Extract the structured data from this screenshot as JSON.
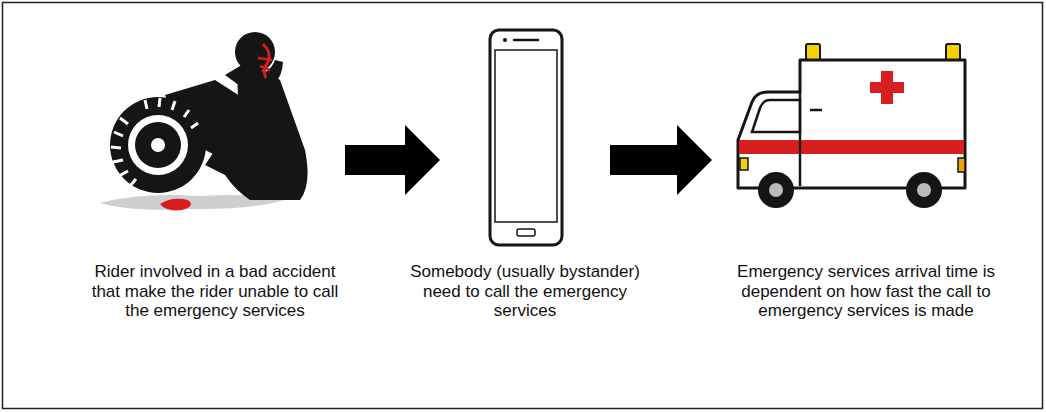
{
  "diagram": {
    "nodes": [
      {
        "text": [
          "Rider involved in a bad accident that make the rider unable to call the emergency services"
        ]
      },
      {
        "text": [
          "Somebody (usually bystander) need to call the emergency services"
        ]
      },
      {
        "text": [
          "Emergency services arrival time is dependent on how fast the call to emergency services is made"
        ]
      }
    ],
    "edges": [
      {
        "from": 0,
        "to": 1,
        "arrow": "to"
      },
      {
        "from": 1,
        "to": 2,
        "arrow": "to"
      }
    ]
  }
}
